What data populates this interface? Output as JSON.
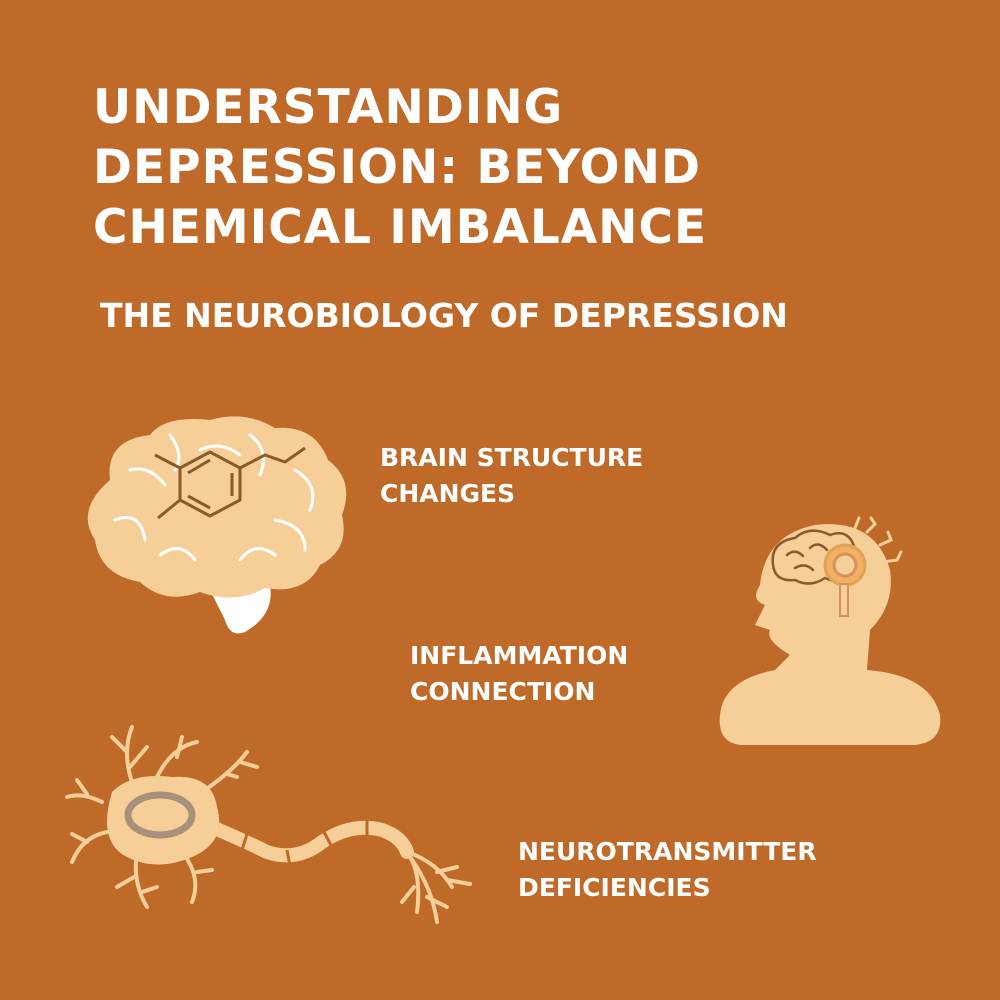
{
  "header": {
    "title_lines": [
      "UNDERSTANDING",
      "DEPRESSION: BEYOND",
      "CHEMICAL IMBALANCE"
    ],
    "subtitle": "THE NEUROBIOLOGY OF DEPRESSION"
  },
  "items": [
    {
      "icon": "brain-molecule-icon",
      "lines": [
        "BRAIN STRUCTURE",
        "CHANGES"
      ]
    },
    {
      "icon": "head-inflammation-icon",
      "lines": [
        "INFLAMMATION",
        "CONNECTION"
      ]
    },
    {
      "icon": "neuron-icon",
      "lines": [
        "NEUROTRANSMITTER",
        "DEFICIENCIES"
      ]
    }
  ],
  "colors": {
    "background": "#c06a2a",
    "illustration_fill": "#f6cf98",
    "illustration_stroke": "#8a5a2c",
    "text": "#ffffff"
  }
}
